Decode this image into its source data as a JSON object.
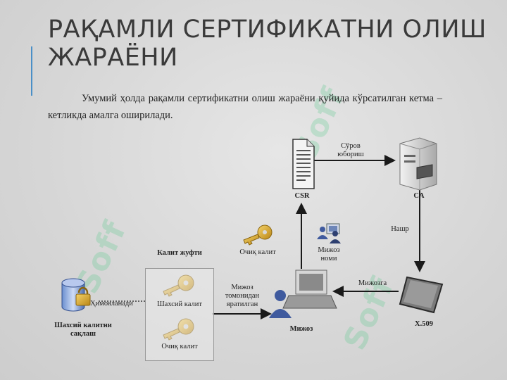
{
  "title": "РАҚАМЛИ СЕРТИФИКАТНИ ОЛИШ ЖАРАЁНИ",
  "intro": "Умумий ҳолда рақамли сертификатни олиш жараёни қуйида кўрсатилган кетма – кетликда амалга оширилади.",
  "diagram": {
    "csr_label": "CSR",
    "ca_label": "CA",
    "x509_label": "X.509",
    "client_label": "Мижоз",
    "send_request": "Сўров юбориш",
    "publish": "Нашр",
    "to_client": "Мижозга",
    "client_name": "Мижоз номи",
    "public_key_top": "Очиқ калит",
    "keypair_title": "Калит жуфти",
    "private_key": "Шахсий калит",
    "public_key": "Очиқ калит",
    "created_by_client": "Мижоз томонидан яратилган",
    "protected": "Ҳимояланади",
    "private_key_storage": "Шахсий калитни сақлаш"
  },
  "colors": {
    "arrow": "#1a1a1a",
    "key_gold": "#d9a520",
    "accent": "#4a8fc7"
  },
  "icons": [
    "document-icon",
    "server-icon",
    "certificate-icon",
    "computer-user-icon",
    "network-users-icon",
    "key-icon",
    "database-lock-icon"
  ]
}
